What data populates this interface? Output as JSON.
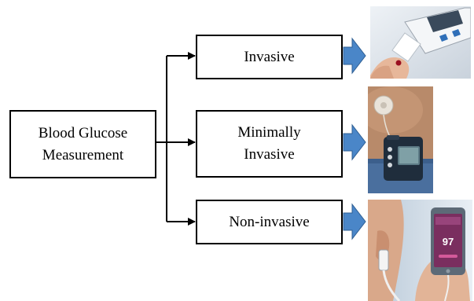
{
  "root": {
    "label": "Blood Glucose\nMeasurement"
  },
  "categories": [
    {
      "id": "invasive",
      "label": "Invasive",
      "photo_icon": "finger-prick-glucometer-photo"
    },
    {
      "id": "minimally-invasive",
      "label": "Minimally\nInvasive",
      "photo_icon": "insulin-pump-photo"
    },
    {
      "id": "non-invasive",
      "label": "Non-invasive",
      "photo_icon": "wearable-sensor-phone-photo"
    }
  ],
  "phone_reading": "97",
  "colors": {
    "arrow_fill": "#4a86c8",
    "arrow_stroke": "#2f5f93",
    "line": "#000000"
  }
}
